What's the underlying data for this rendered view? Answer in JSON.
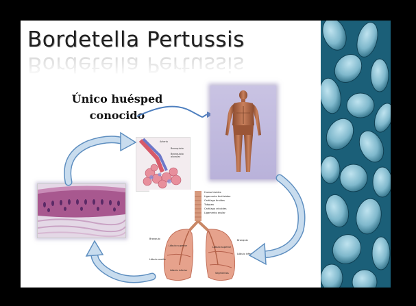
{
  "slide": {
    "title": "Bordetella Pertussis",
    "host_label_line1": "Único huésped",
    "host_label_line2": "conocido"
  },
  "alveoli": {
    "labels": [
      "Arteria",
      "Bronquiolo",
      "Bronquiolo alveolar"
    ]
  },
  "lungs": {
    "trachea_labels": [
      "Hueso hioides",
      "Ligamento tirohioideo",
      "Cartílago tiroides",
      "Tráquea",
      "Cartílago cricoides",
      "Ligamento anular"
    ],
    "left_labels": [
      "Bronquio",
      "Lóbulo superior",
      "Lóbulo medio",
      "Lóbulo inferior"
    ],
    "right_labels": [
      "Bronquio",
      "Lóbulo superior",
      "Lóbulo inferior",
      "Segmentos"
    ]
  },
  "colors": {
    "arrow_fill": "#c8dcee",
    "arrow_stroke": "#5f8fc0",
    "host_arrow": "#4e7fbf",
    "human_bg": "#c3bce0",
    "bacteria_bg": "#1b5f78",
    "bacteria_cell": "#8fc6da"
  }
}
